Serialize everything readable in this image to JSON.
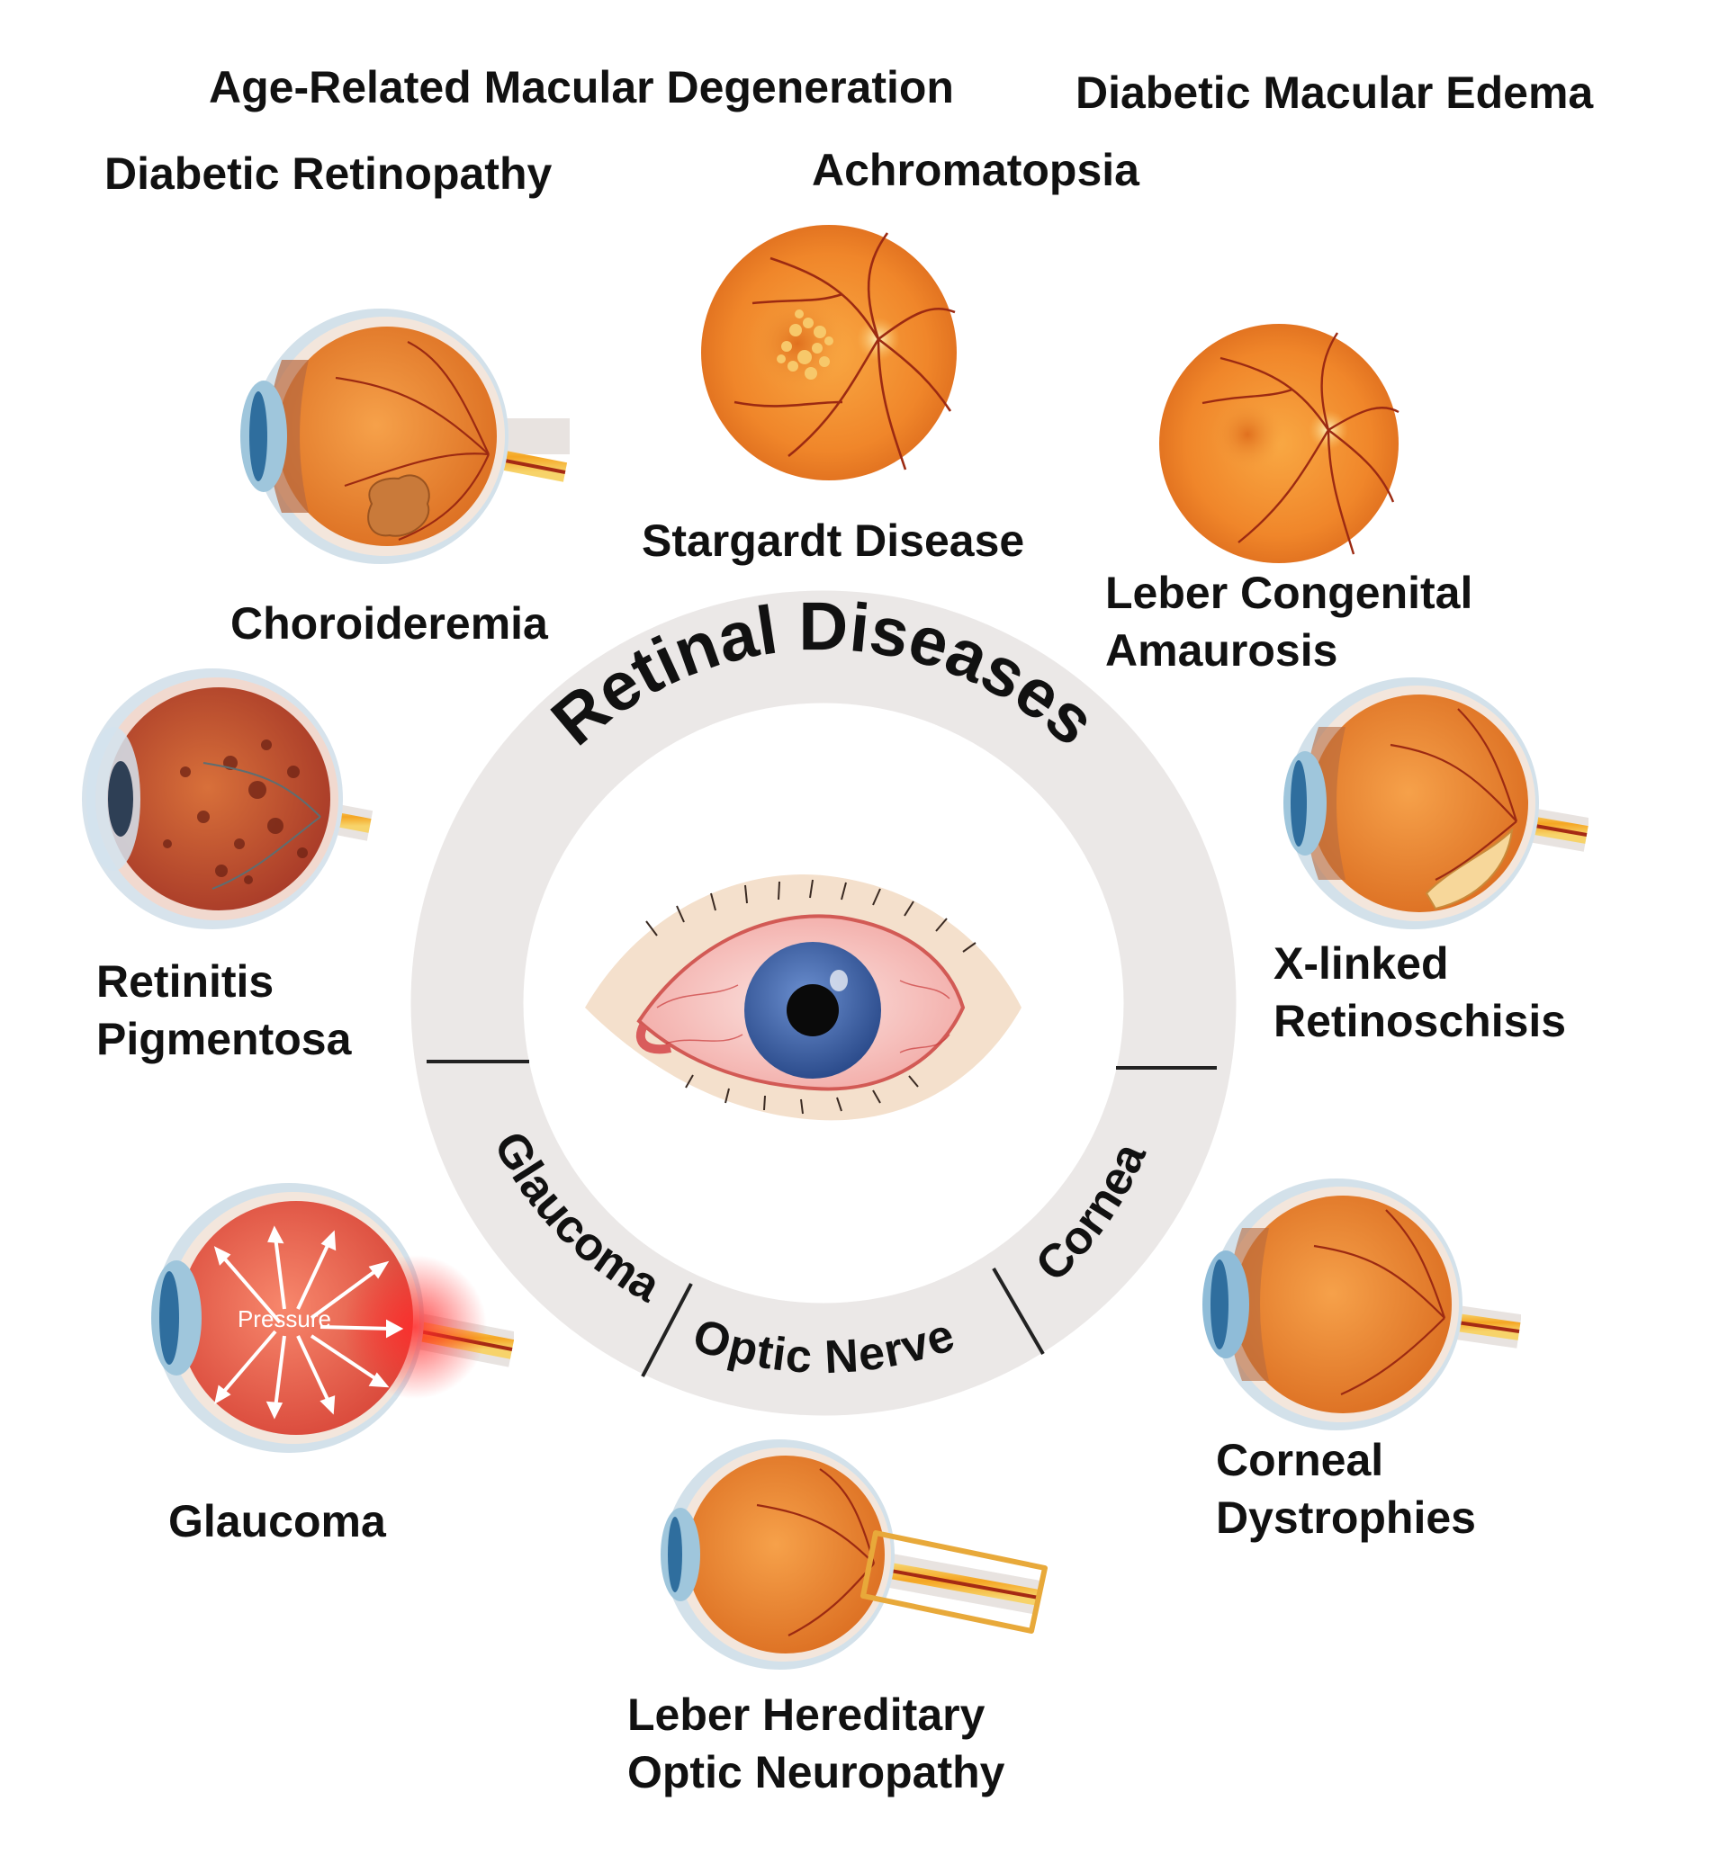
{
  "labels": {
    "amd": "Age-Related Macular Degeneration",
    "dme": "Diabetic Macular Edema",
    "dr": "Diabetic Retinopathy",
    "achromatopsia": "Achromatopsia",
    "stargardt": "Stargardt Disease",
    "choroideremia": "Choroideremia",
    "lca_1": "Leber Congenital",
    "lca_2": "Amaurosis",
    "rp_1": "Retinitis",
    "rp_2": "Pigmentosa",
    "xlrs_1": "X-linked",
    "xlrs_2": "Retinoschisis",
    "glaucoma": "Glaucoma",
    "corneal_1": "Corneal",
    "corneal_2": "Dystrophies",
    "lhon_1": "Leber Hereditary",
    "lhon_2": "Optic Neuropathy"
  },
  "ring": {
    "top": "Retinal Diseases",
    "left": "Glaucoma",
    "bottom": "Optic Nerve",
    "right": "Cornea"
  },
  "pressure_label": "Pressure",
  "colors": {
    "ring_band": "#ebe8e7",
    "text": "#111111",
    "fundus_orange": "#f08a2a",
    "eyeball_orange": "#e9832e",
    "cornea_blue": "#9ec3dc",
    "glaucoma_red": "#e04545",
    "iris_blue": "#3f67a8",
    "optic_nerve_highlight": "#e8a93a"
  }
}
